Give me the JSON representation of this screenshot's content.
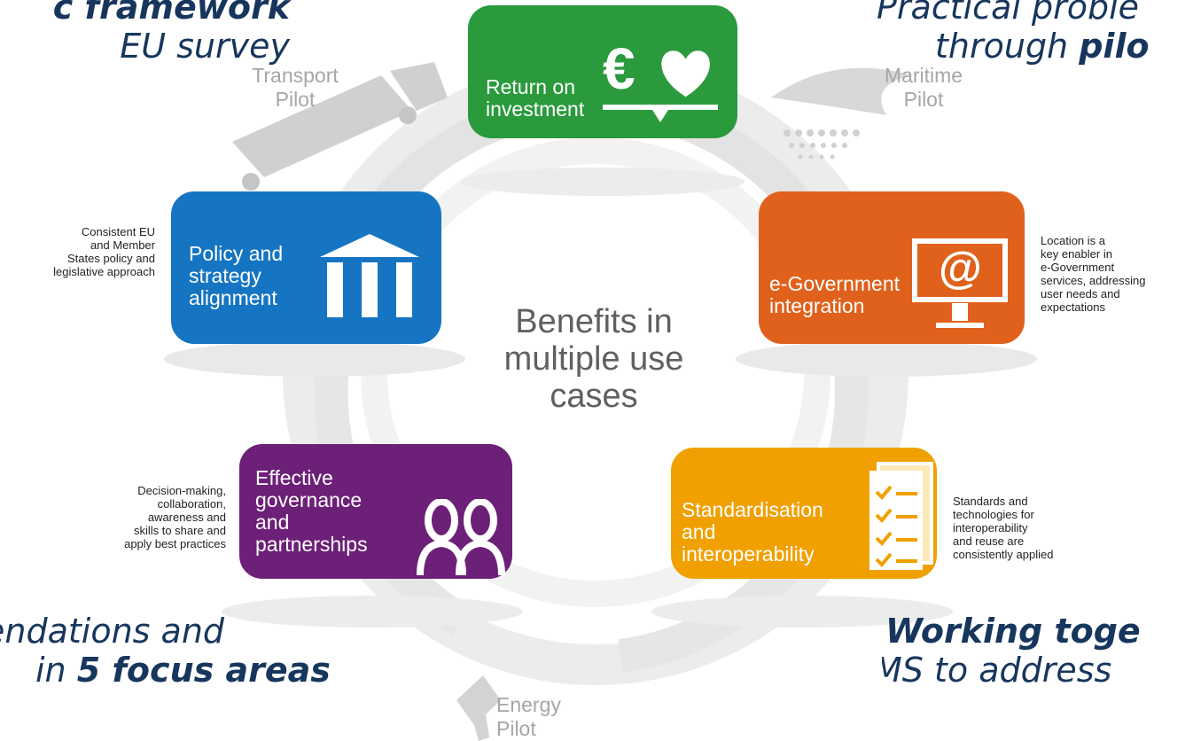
{
  "corners": {
    "top_left": {
      "line1": "c framework",
      "line2": "EU survey"
    },
    "top_right": {
      "line1": "Practical proble",
      "line2_plain": "through ",
      "line2_bold": "pilo"
    },
    "bottom_left": {
      "line1": "endations and",
      "line2_plain": "in ",
      "line2_bold": "5 focus areas"
    },
    "bottom_right": {
      "line1_bold": "Working toge",
      "line2": "MS to address"
    }
  },
  "pilots": {
    "transport": "Transport\nPilot",
    "maritime": "Maritime\nPilot",
    "energy": "Energy\nPilot"
  },
  "center_label": "Benefits in\nmultiple use\ncases",
  "cards": {
    "roi": {
      "title": "Return on\ninvestment",
      "color": "#2a9a3d",
      "icon": "euro-heart-icon",
      "symbol": "€"
    },
    "policy": {
      "title": "Policy and\nstrategy\nalignment",
      "color": "#1575c2",
      "icon": "institution-icon",
      "description": "Consistent EU\nand Member\nStates policy and\nlegislative approach"
    },
    "egov": {
      "title": "e-Government\nintegration",
      "color": "#e0611b",
      "icon": "monitor-at-icon",
      "symbol": "@",
      "description": "Location is a\nkey enabler in\ne-Government\nservices, addressing\nuser needs and\nexpectations"
    },
    "governance": {
      "title": "Effective\ngovernance\nand\npartnerships",
      "color": "#6d2077",
      "icon": "people-icon",
      "description": "Decision-making,\ncollaboration,\nawareness and\nskills to share and\napply best practices"
    },
    "standards": {
      "title": "Standardisation\nand\ninteroperability",
      "color": "#f0a000",
      "icon": "checklist-icon",
      "description": "Standards and\ntechnologies for\ninteroperability\nand reuse are\nconsistently applied"
    }
  }
}
